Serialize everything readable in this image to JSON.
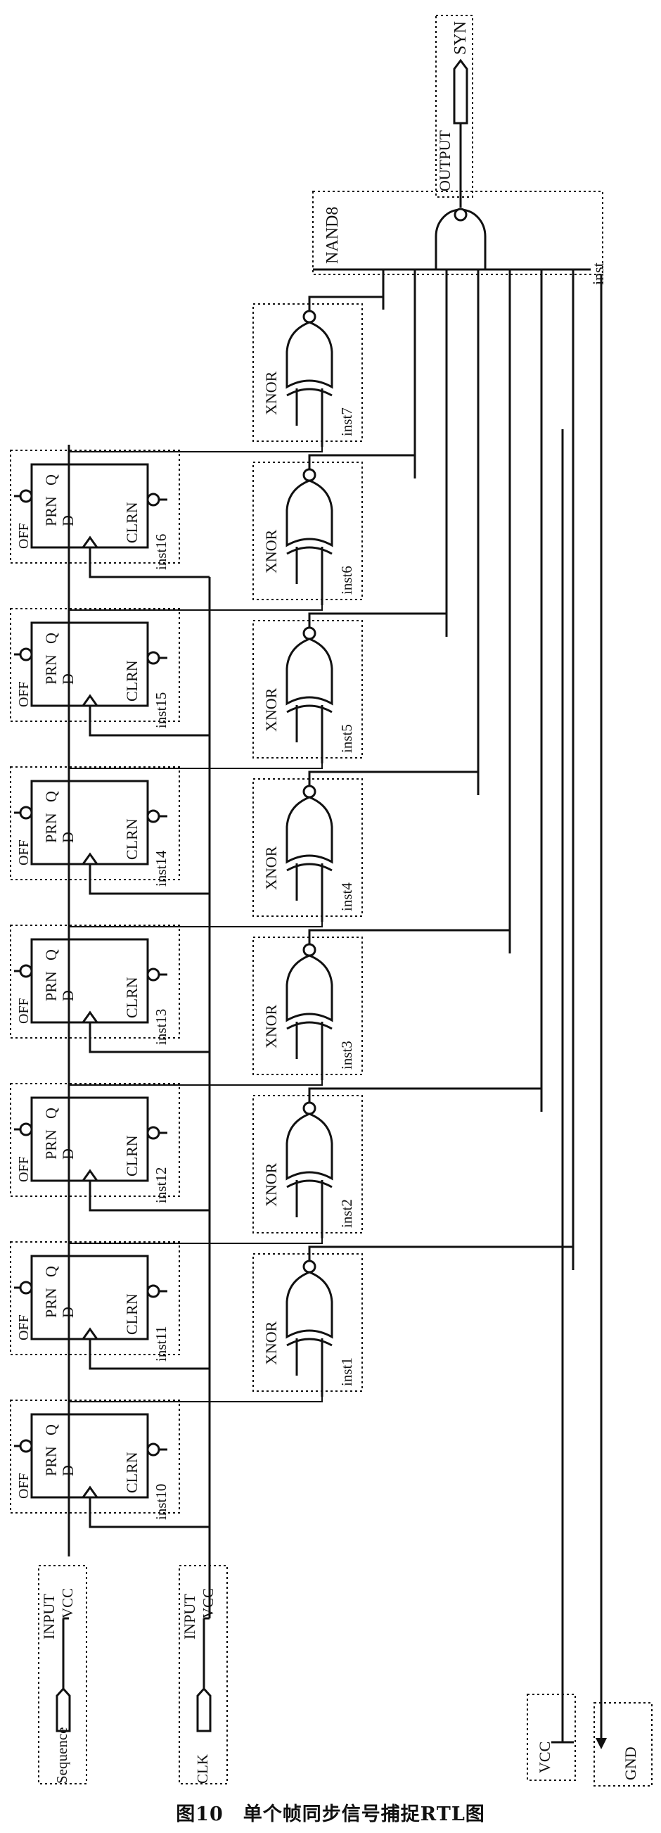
{
  "caption": "图10　单个帧同步信号捕捉RTL图",
  "output_pin": {
    "type_label": "OUTPUT",
    "name": "SYN"
  },
  "nand_gate": {
    "type_label": "NAND8",
    "instance": "inst"
  },
  "xnor_gates": [
    {
      "type_label": "XNOR",
      "instance": "inst7"
    },
    {
      "type_label": "XNOR",
      "instance": "inst6"
    },
    {
      "type_label": "XNOR",
      "instance": "inst5"
    },
    {
      "type_label": "XNOR",
      "instance": "inst4"
    },
    {
      "type_label": "XNOR",
      "instance": "inst3"
    },
    {
      "type_label": "XNOR",
      "instance": "inst2"
    },
    {
      "type_label": "XNOR",
      "instance": "inst1"
    }
  ],
  "flip_flops": [
    {
      "instance": "inst16"
    },
    {
      "instance": "inst15"
    },
    {
      "instance": "inst14"
    },
    {
      "instance": "inst13"
    },
    {
      "instance": "inst12"
    },
    {
      "instance": "inst11"
    },
    {
      "instance": "inst10"
    }
  ],
  "dff_pins": {
    "prn": "PRN",
    "clrn": "CLRN",
    "d": "D",
    "q": "Q",
    "off": "OFF"
  },
  "inputs": [
    {
      "type_label": "INPUT",
      "default": "VCC",
      "name": "Sequence"
    },
    {
      "type_label": "INPUT",
      "default": "VCC",
      "name": "CLK"
    }
  ],
  "power": {
    "vcc": "VCC",
    "gnd": "GND"
  }
}
